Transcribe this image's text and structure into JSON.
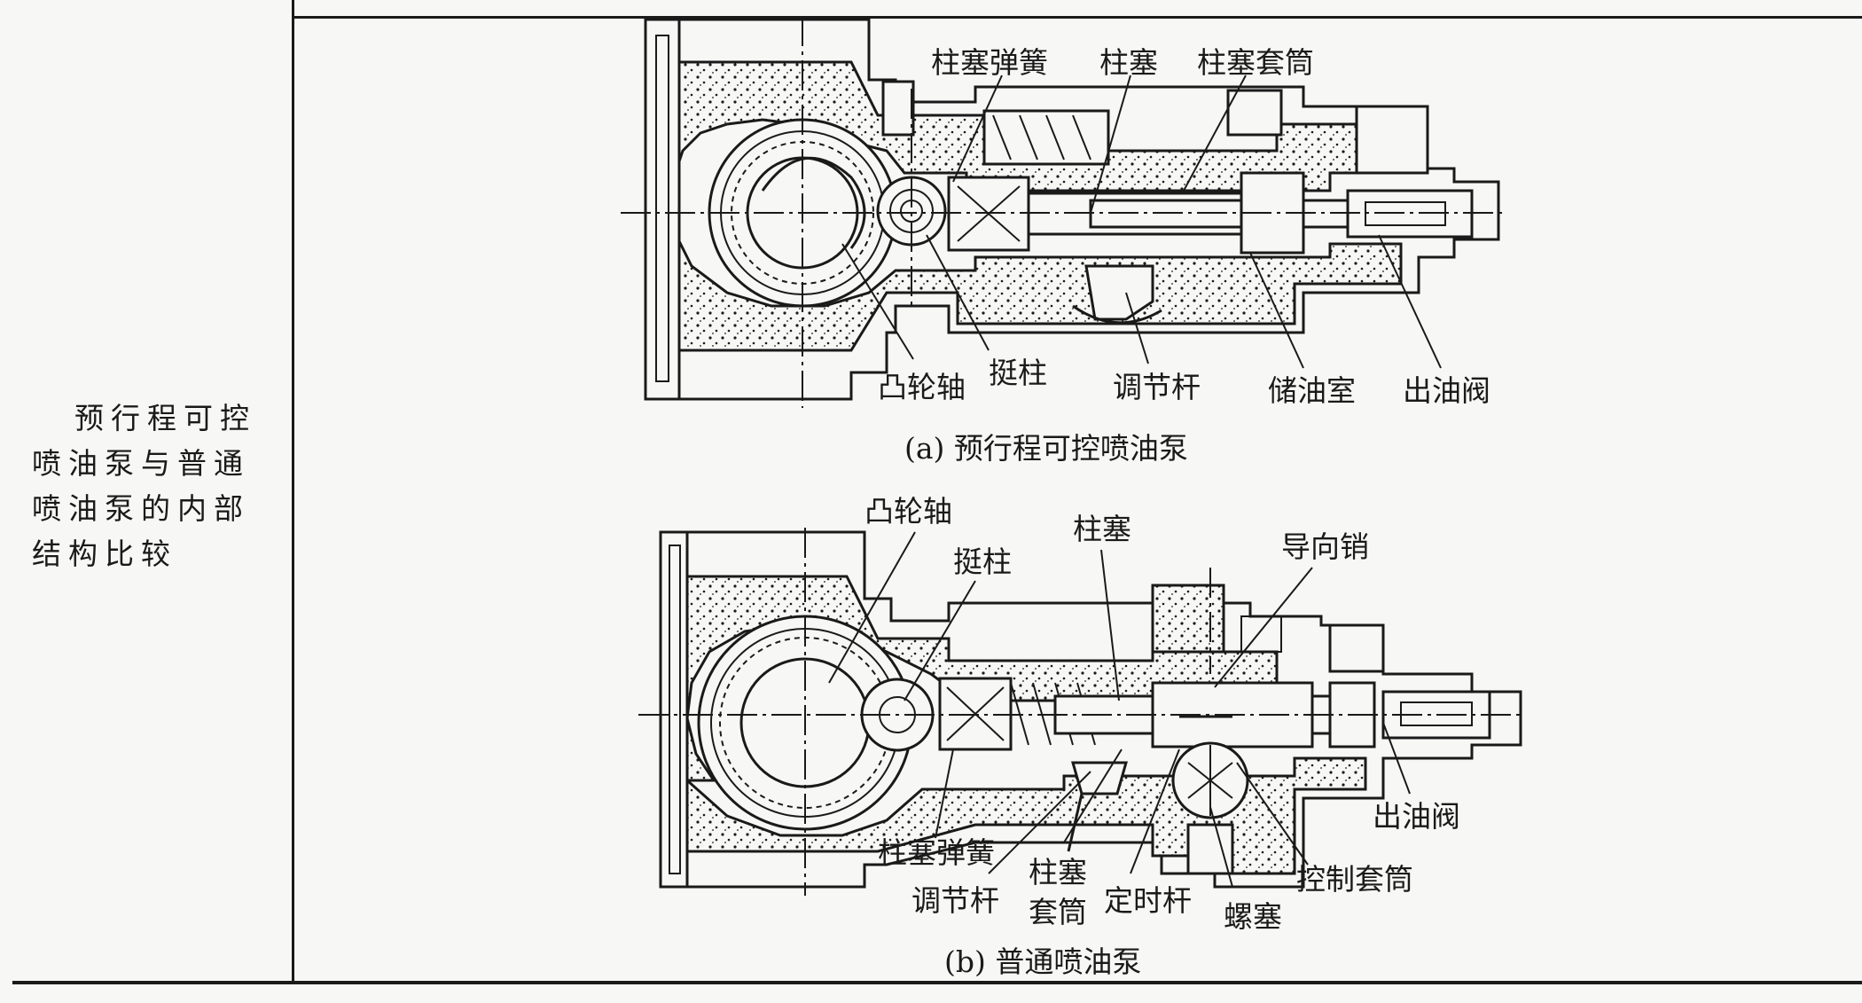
{
  "side_text": "预行程可控喷油泵与普通喷油泵的内部结构比较",
  "diagram_a": {
    "caption": "(a) 预行程可控喷油泵",
    "labels": {
      "plunger_spring": "柱塞弹簧",
      "plunger": "柱塞",
      "plunger_barrel": "柱塞套筒",
      "camshaft": "凸轮轴",
      "tappet": "挺柱",
      "control_rod": "调节杆",
      "oil_chamber": "储油室",
      "delivery_valve": "出油阀"
    }
  },
  "diagram_b": {
    "caption": "(b) 普通喷油泵",
    "labels": {
      "camshaft": "凸轮轴",
      "tappet": "挺柱",
      "plunger": "柱塞",
      "guide_pin": "导向销",
      "delivery_valve": "出油阀",
      "plunger_spring": "柱塞弹簧",
      "control_rod": "调节杆",
      "plunger_barrel_1": "柱塞",
      "plunger_barrel_2": "套筒",
      "timing_rod": "定时杆",
      "screw_plug": "螺塞",
      "control_sleeve": "控制套筒"
    }
  }
}
